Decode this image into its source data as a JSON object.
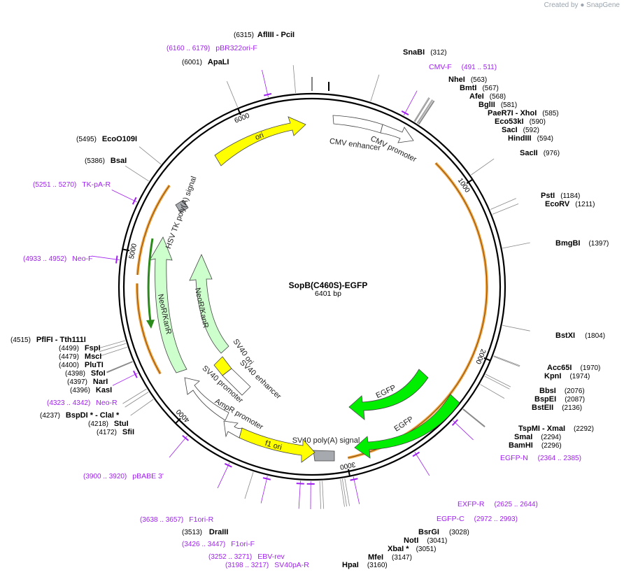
{
  "header": {
    "credit_prefix": "Created by",
    "credit_brand": "SnapGene"
  },
  "plasmid": {
    "name": "SopB(C460S)-EGFP",
    "size_label": "6401 bp",
    "length": 6401
  },
  "colors": {
    "backbone": "#000000",
    "primer": "#a020f0",
    "ori": "#ffff00",
    "egfp": "#00ee00",
    "neo": "#ccffcc",
    "promoter": "#ffffff",
    "polyA": "#a6a9ad",
    "orange_arc": "#f4a742"
  },
  "ticks": [
    {
      "label": "1000",
      "pos": 1000
    },
    {
      "label": "2000",
      "pos": 2000
    },
    {
      "label": "3000",
      "pos": 3000
    },
    {
      "label": "4000",
      "pos": 4000
    },
    {
      "label": "5000",
      "pos": 5000
    },
    {
      "label": "6000",
      "pos": 6000
    }
  ],
  "sites": [
    {
      "name": "AflIII - PciI",
      "pos_label": "(6315)",
      "pos": 6315
    },
    {
      "name": "SnaBI",
      "pos_label": "(312)",
      "pos": 312
    },
    {
      "name": "NheI",
      "pos_label": "(563)",
      "pos": 563
    },
    {
      "name": "BmtI",
      "pos_label": "(567)",
      "pos": 567
    },
    {
      "name": "AfeI",
      "pos_label": "(568)",
      "pos": 568
    },
    {
      "name": "BglII",
      "pos_label": "(581)",
      "pos": 581
    },
    {
      "name": "PaeR7I - XhoI",
      "pos_label": "(585)",
      "pos": 585
    },
    {
      "name": "Eco53kI",
      "pos_label": "(590)",
      "pos": 590
    },
    {
      "name": "SacI",
      "pos_label": "(592)",
      "pos": 592
    },
    {
      "name": "HindIII",
      "pos_label": "(594)",
      "pos": 594
    },
    {
      "name": "SacII",
      "pos_label": "(976)",
      "pos": 976
    },
    {
      "name": "PstI",
      "pos_label": "(1184)",
      "pos": 1184
    },
    {
      "name": "EcoRV",
      "pos_label": "(1211)",
      "pos": 1211
    },
    {
      "name": "BmgBI",
      "pos_label": "(1397)",
      "pos": 1397
    },
    {
      "name": "BstXI",
      "pos_label": "(1804)",
      "pos": 1804
    },
    {
      "name": "Acc65I",
      "pos_label": "(1970)",
      "pos": 1970
    },
    {
      "name": "KpnI",
      "pos_label": "(1974)",
      "pos": 1974
    },
    {
      "name": "BbsI",
      "pos_label": "(2076)",
      "pos": 2076
    },
    {
      "name": "BspEI",
      "pos_label": "(2087)",
      "pos": 2087
    },
    {
      "name": "BstEII",
      "pos_label": "(2136)",
      "pos": 2136
    },
    {
      "name": "TspMI - XmaI",
      "pos_label": "(2292)",
      "pos": 2292
    },
    {
      "name": "SmaI",
      "pos_label": "(2294)",
      "pos": 2294
    },
    {
      "name": "BamHI",
      "pos_label": "(2296)",
      "pos": 2296
    },
    {
      "name": "BsrGI",
      "pos_label": "(3028)",
      "pos": 3028
    },
    {
      "name": "NotI",
      "pos_label": "(3041)",
      "pos": 3041
    },
    {
      "name": "XbaI *",
      "pos_label": "(3051)",
      "pos": 3051
    },
    {
      "name": "MfeI",
      "pos_label": "(3147)",
      "pos": 3147
    },
    {
      "name": "HpaI",
      "pos_label": "(3160)",
      "pos": 3160
    },
    {
      "name": "DraIII",
      "pos_label": "(3513)",
      "pos": 3513
    },
    {
      "name": "SfiI",
      "pos_label": "(4172)",
      "pos": 4172
    },
    {
      "name": "StuI",
      "pos_label": "(4218)",
      "pos": 4218
    },
    {
      "name": "BspDI * - ClaI *",
      "pos_label": "(4237)",
      "pos": 4237
    },
    {
      "name": "KasI",
      "pos_label": "(4396)",
      "pos": 4396
    },
    {
      "name": "NarI",
      "pos_label": "(4397)",
      "pos": 4397
    },
    {
      "name": "SfoI",
      "pos_label": "(4398)",
      "pos": 4398
    },
    {
      "name": "PluTI",
      "pos_label": "(4400)",
      "pos": 4400
    },
    {
      "name": "MscI",
      "pos_label": "(4479)",
      "pos": 4479
    },
    {
      "name": "FspI",
      "pos_label": "(4499)",
      "pos": 4499
    },
    {
      "name": "PflFI - Tth111I",
      "pos_label": "(4515)",
      "pos": 4515
    },
    {
      "name": "BsaI",
      "pos_label": "(5386)",
      "pos": 5386
    },
    {
      "name": "EcoO109I",
      "pos_label": "(5495)",
      "pos": 5495
    },
    {
      "name": "ApaLI",
      "pos_label": "(6001)",
      "pos": 6001
    }
  ],
  "primers": [
    {
      "name": "pBR322ori-F",
      "range": "(6160 .. 6179)",
      "pos": 6170
    },
    {
      "name": "CMV-F",
      "range": "(491 .. 511)",
      "pos": 501
    },
    {
      "name": "EGFP-N",
      "range": "(2364 .. 2385)",
      "pos": 2374
    },
    {
      "name": "EXFP-R",
      "range": "(2625 .. 2644)",
      "pos": 2634
    },
    {
      "name": "EGFP-C",
      "range": "(2972 .. 2993)",
      "pos": 2982
    },
    {
      "name": "SV40pA-R",
      "range": "(3198 .. 3217)",
      "pos": 3207
    },
    {
      "name": "EBV-rev",
      "range": "(3252 .. 3271)",
      "pos": 3261
    },
    {
      "name": "F1ori-F",
      "range": "(3426 .. 3447)",
      "pos": 3436
    },
    {
      "name": "F1ori-R",
      "range": "(3638 .. 3657)",
      "pos": 3647
    },
    {
      "name": "pBABE 3'",
      "range": "(3900 .. 3920)",
      "pos": 3910
    },
    {
      "name": "Neo-R",
      "range": "(4323 .. 4342)",
      "pos": 4332
    },
    {
      "name": "Neo-F",
      "range": "(4933 .. 4952)",
      "pos": 4942
    },
    {
      "name": "TK-pA-R",
      "range": "(5251 .. 5270)",
      "pos": 5260
    }
  ],
  "features": [
    {
      "label": "CMV enhancer"
    },
    {
      "label": "CMV promoter"
    },
    {
      "label": "EGFP"
    },
    {
      "label": "EGFP"
    },
    {
      "label": "SV40 poly(A) signal"
    },
    {
      "label": "f1 ori"
    },
    {
      "label": "AmpR promoter"
    },
    {
      "label": "SV40 promoter"
    },
    {
      "label": "SV40 ori"
    },
    {
      "label": "SV40 enhancer"
    },
    {
      "label": "NeoR/KanR"
    },
    {
      "label": "NeoR/KanR"
    },
    {
      "label": "HSV TK poly(A) signal"
    },
    {
      "label": "ori"
    }
  ]
}
